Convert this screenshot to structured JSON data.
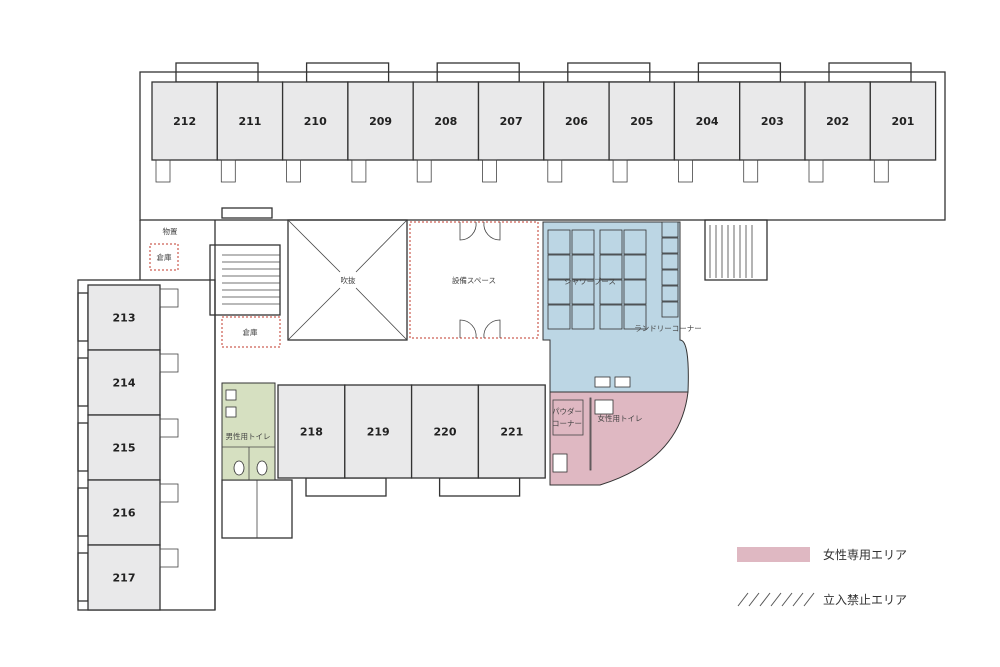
{
  "rooms_top": [
    "212",
    "211",
    "210",
    "209",
    "208",
    "207",
    "206",
    "205",
    "204",
    "203",
    "202",
    "201"
  ],
  "rooms_left": [
    "213",
    "214",
    "215",
    "216",
    "217"
  ],
  "rooms_middle": [
    "218",
    "219",
    "220",
    "221"
  ],
  "labels": {
    "storage_small": "物置",
    "storage": "倉庫",
    "atrium": "吹抜",
    "equipment": "設備スペース",
    "shower": "シャワーブース",
    "laundry": "ランドリーコーナー",
    "powder": [
      "パウダー",
      "コーナー"
    ],
    "womens_toilet": "女性用トイレ",
    "mens_toilet": "男性用トイレ"
  },
  "legend": {
    "women_only": "女性専用エリア",
    "no_entry": "立入禁止エリア"
  },
  "colors": {
    "women": "#dfb8c2",
    "shower": "#bcd6e4",
    "mens": "#d6e0c1",
    "restricted_border": "#c0392b"
  }
}
